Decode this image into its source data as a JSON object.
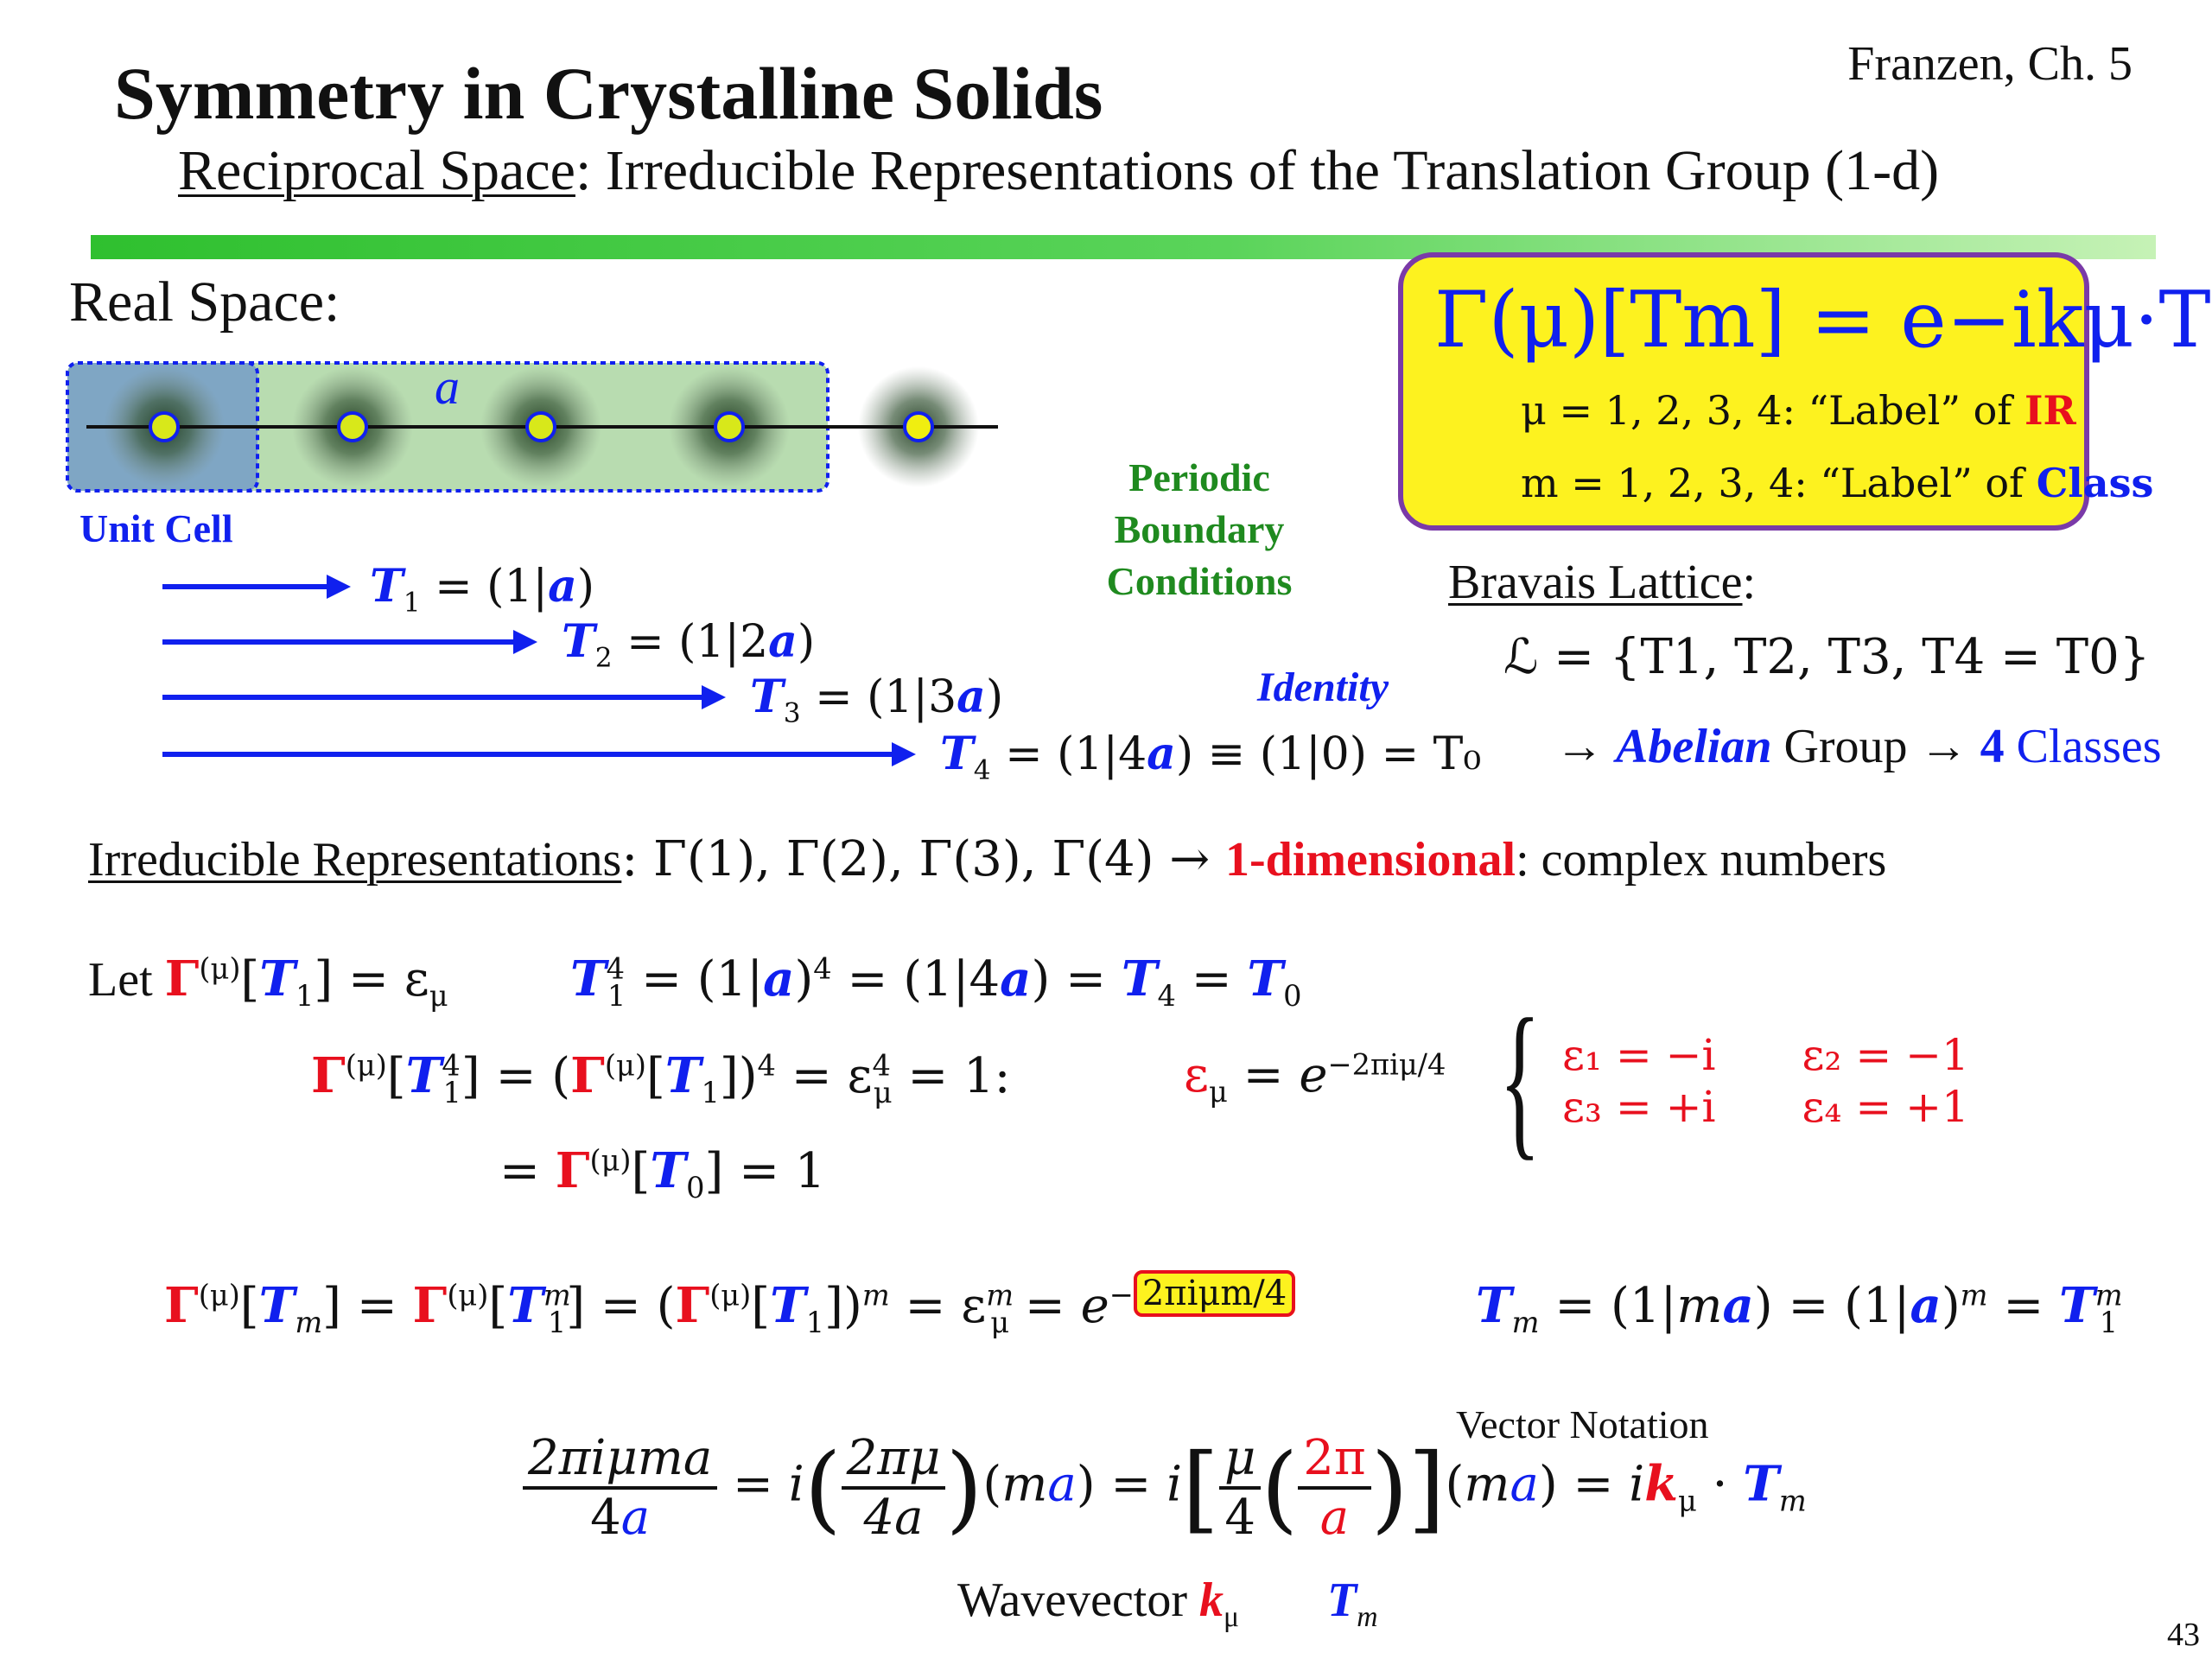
{
  "header": {
    "title": "Symmetry in Crystalline Solids",
    "author": "Franzen, Ch. 5",
    "subtitle_underlined": "Reciprocal Space",
    "subtitle_rest": ": Irreducible Representations of the Translation Group  (1-d)"
  },
  "real_space": {
    "label": "Real Space:",
    "lattice_constant": "a",
    "unit_cell_label": "Unit Cell",
    "periodic_bc": "Periodic Boundary Conditions",
    "identity_label": "Identity",
    "translations": [
      {
        "name": "T",
        "sub": "1",
        "rhs": " = (1|",
        "arg": "a",
        "end": ")"
      },
      {
        "name": "T",
        "sub": "2",
        "rhs": " = (1|2",
        "arg": "a",
        "end": ")"
      },
      {
        "name": "T",
        "sub": "3",
        "rhs": " = (1|3",
        "arg": "a",
        "end": ")"
      },
      {
        "name": "T",
        "sub": "4",
        "rhs": " = (1|4",
        "arg": "a",
        "end": ") ≡ (1|0) = T₀"
      }
    ]
  },
  "formula_box": {
    "main": "Γ(μ)[Tm] = e−ikμ·Tm",
    "line1_prefix": "μ = 1, 2, 3, 4: “Label” of ",
    "line1_tag": "IR",
    "line2_prefix": "m = 1, 2, 3, 4: “Label” of ",
    "line2_tag": "Class"
  },
  "bravais": {
    "label": "Bravais Lattice",
    "set": "ℒ = {T1, T2, T3, T4 = T0}",
    "abelian_arrow": "→ ",
    "abelian": "Abelian",
    "group": " Group → ",
    "four": "4",
    "classes": " Classes"
  },
  "irreps": {
    "label": "Irreducible Representations",
    "list": ": Γ(1), Γ(2), Γ(3), Γ(4) → ",
    "dim": "1-dimensional",
    "rest": ": complex numbers"
  },
  "equations": {
    "let": "Let ",
    "eps_values": {
      "e1": "ε₁ = −i",
      "e2": "ε₂ = −1",
      "e3": "ε₃ = +i",
      "e4": "ε₄ = +1"
    },
    "highlight": "2πiμm/4",
    "vector_notation": "Vector Notation",
    "wavevector": "Wavevector "
  },
  "page_number": "43",
  "colors": {
    "red": "#e8101e",
    "blue": "#1020ee",
    "green": "#1f8a1f",
    "box_yellow": "#fdf21f",
    "box_border": "#7a3aa8"
  }
}
